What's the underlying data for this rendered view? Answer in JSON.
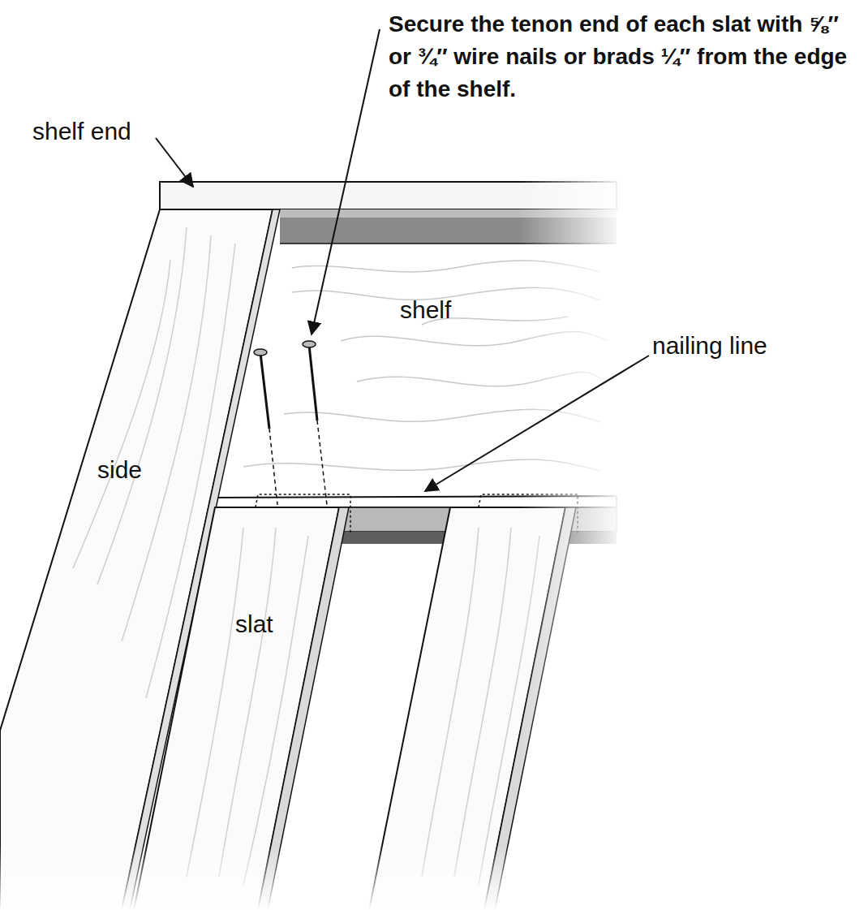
{
  "diagram": {
    "labels": [
      "Secure the tenon end of each slat with ⅝″ or ¾″ wire nails or brads ¼″ from the edge of the shelf.",
      "shelf end",
      "shelf",
      "nailing line",
      "side",
      "slat"
    ]
  }
}
